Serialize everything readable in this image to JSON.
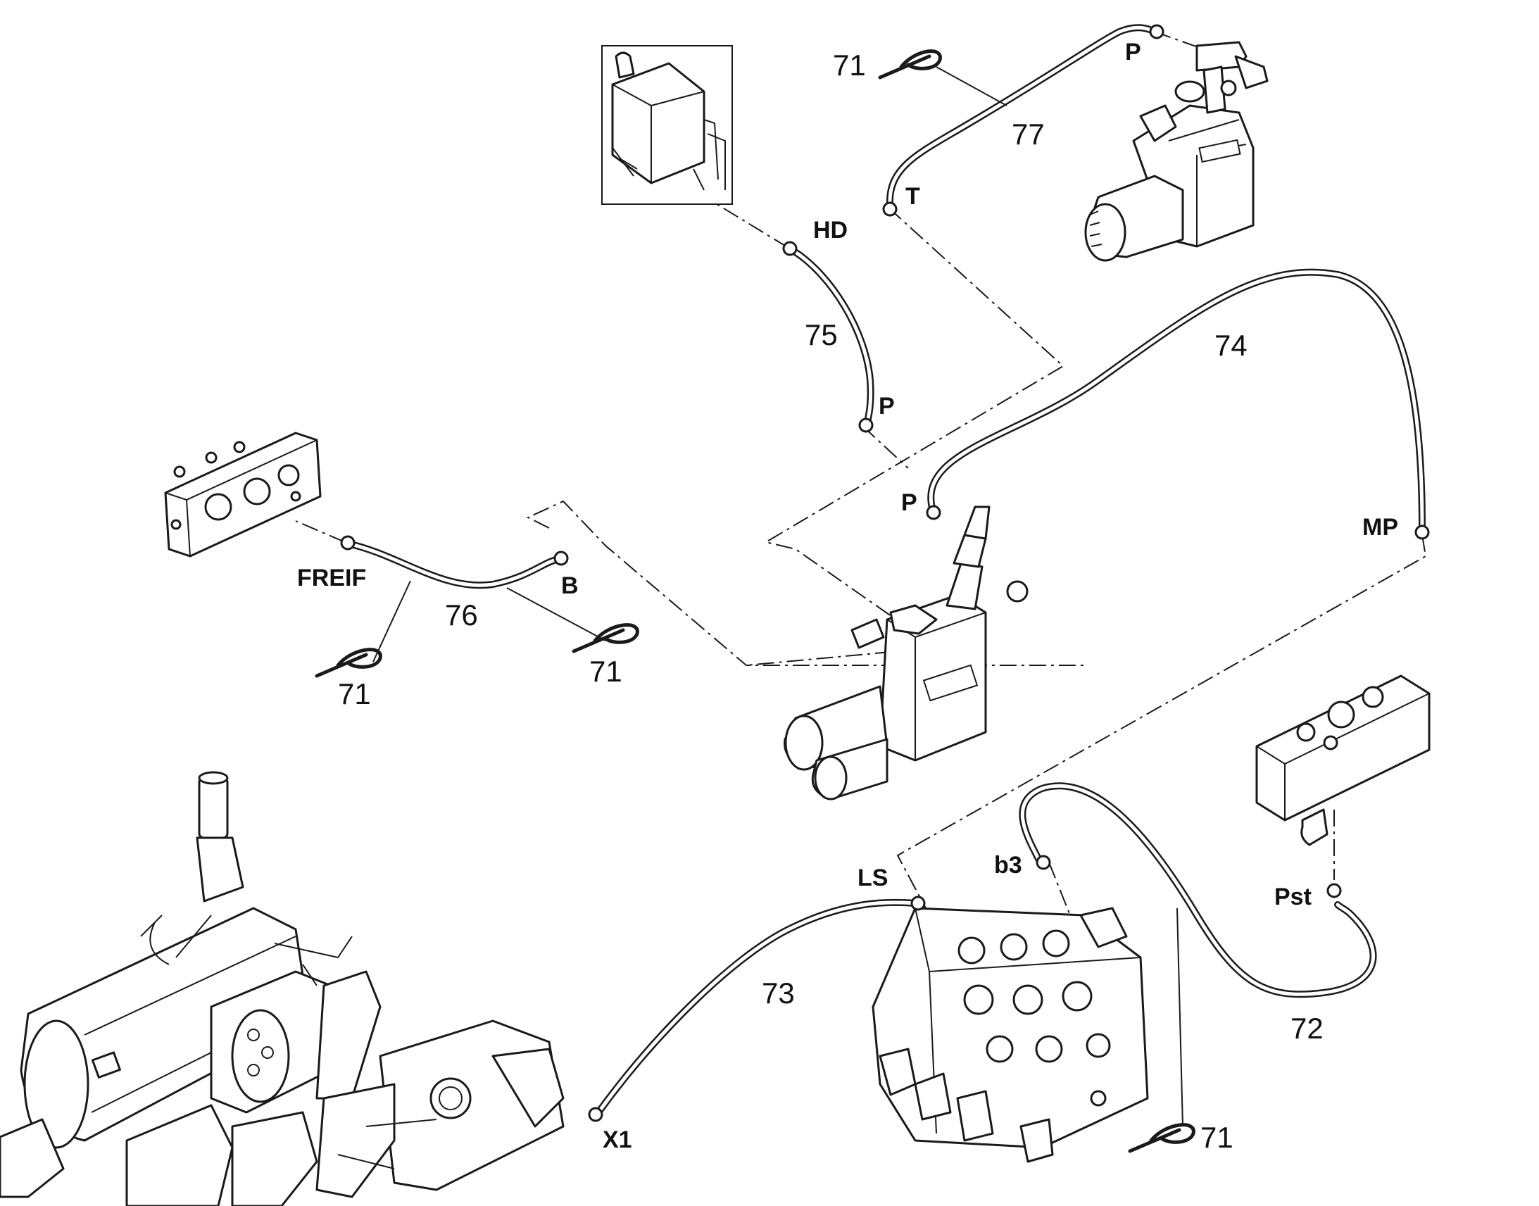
{
  "item_numbers": {
    "n71_top": "71",
    "n71_mid_left": "71",
    "n71_mid_right": "71",
    "n71_bottom": "71",
    "n72": "72",
    "n73": "73",
    "n74": "74",
    "n75": "75",
    "n76": "76",
    "n77": "77"
  },
  "port_labels": {
    "hd": "HD",
    "t": "T",
    "p_top": "P",
    "p_hose75": "P",
    "p_valve": "P",
    "mp": "MP",
    "freif": "FREIF",
    "b": "B",
    "ls": "LS",
    "b3": "b3",
    "pst": "Pst",
    "x1": "X1"
  }
}
